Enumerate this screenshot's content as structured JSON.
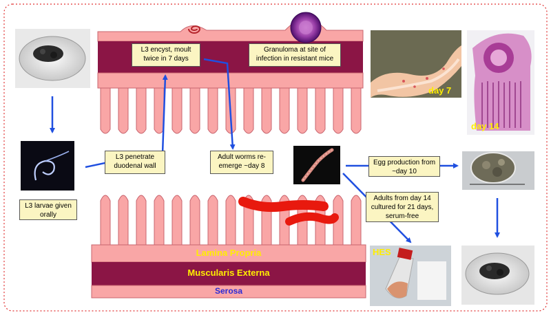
{
  "labels": {
    "l3_larvae": "L3 larvae given orally",
    "l3_penetrate": "L3 penetrate duodenal wall",
    "l3_encyst": "L3 encyst, moult twice in 7 days",
    "granuloma": "Granuloma at site of infection in resistant mice",
    "adult_worms": "Adult worms re-emerge ~day 8",
    "egg_production": "Egg production from ~day 10",
    "adults_cultured": "Adults from day 14 cultured for 21 days, serum-free"
  },
  "layers": {
    "lamina_propria": "Lamina Propria",
    "muscularis_externa": "Muscularis Externa",
    "serosa": "Serosa"
  },
  "photo_labels": {
    "day7": "day 7",
    "day14": "day 14",
    "hes": "HES"
  },
  "colors": {
    "tissue_pink": "#f9a6a6",
    "muscularis": "#8b1545",
    "layer_text_yellow": "#ffee00",
    "serosa_text_blue": "#2b2bd6",
    "arrow_blue": "#1f4fe0",
    "note_bg": "#fbf5c2",
    "worm_red": "#e8190e",
    "border_red": "#e03030"
  },
  "icons": [
    "dish-icon",
    "larva-icon",
    "worm-icon",
    "egg-icon",
    "flask-icon",
    "granuloma-icon",
    "coiled-larva-icon"
  ]
}
